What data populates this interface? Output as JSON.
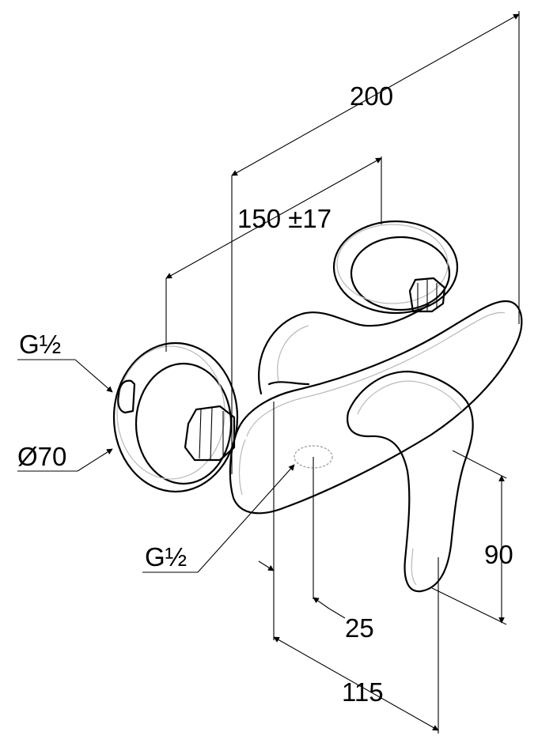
{
  "dimensions": {
    "overall_width": "200",
    "connection_spacing": "150 ±17",
    "inlet_thread": "G½",
    "escutcheon_diameter": "Ø70",
    "outlet_thread": "G½",
    "outlet_offset": "25",
    "lever_height": "90",
    "lever_projection": "115"
  },
  "colors": {
    "line": "#000000",
    "shading": "#bdbdbd",
    "background": "#ffffff"
  }
}
